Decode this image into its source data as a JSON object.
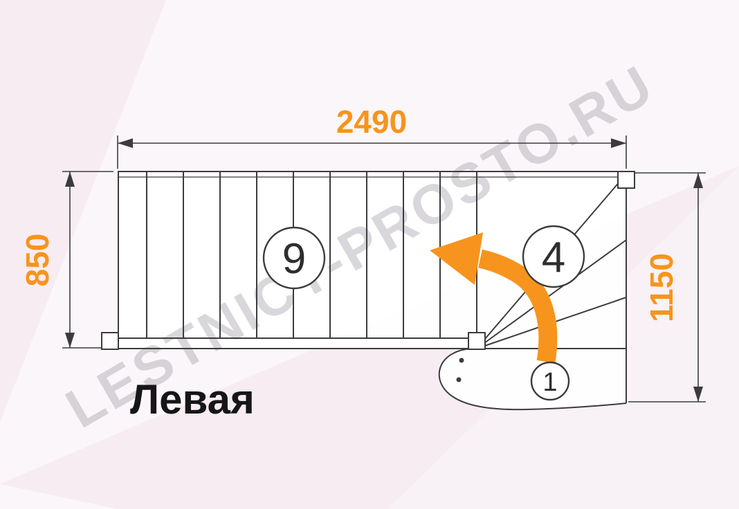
{
  "diagram": {
    "title": "Левая",
    "watermark": "LESTNICY-PROSTO.RU",
    "dimensions": {
      "width": "2490",
      "flight_width": "850",
      "turn_depth": "1150"
    },
    "steps": {
      "straight_flight": "9",
      "winders": "4",
      "starting_step": "1"
    },
    "colors": {
      "accent_orange": "#F7941D",
      "line_dark": "#3C3C3C",
      "background_pink": "#F6ECF2",
      "watermark_gray": "#8D8494"
    }
  }
}
